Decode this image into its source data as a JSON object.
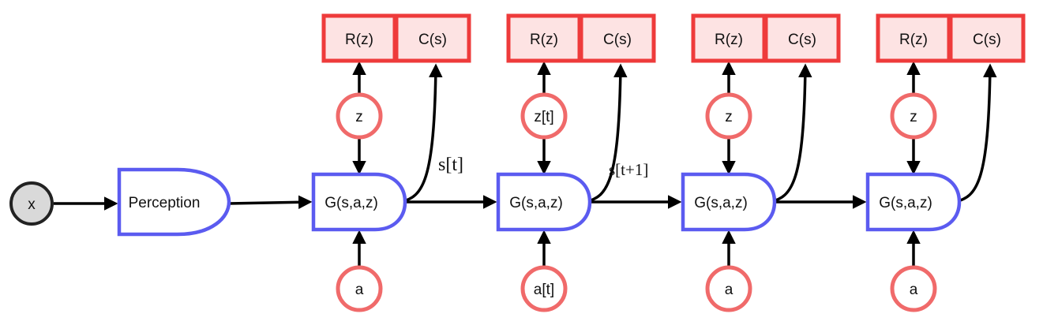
{
  "input_node": {
    "label": "x"
  },
  "perception": {
    "label": "Perception"
  },
  "stages": [
    {
      "gate": "G(s,a,z)",
      "reward": "R(z)",
      "cost": "C(s)",
      "latent": "z",
      "action": "a",
      "state_label": "s[t]"
    },
    {
      "gate": "G(s,a,z)",
      "reward": "R(z)",
      "cost": "C(s)",
      "latent": "z[t]",
      "action": "a[t]",
      "state_label": "s[t+1]"
    },
    {
      "gate": "G(s,a,z)",
      "reward": "R(z)",
      "cost": "C(s)",
      "latent": "z",
      "action": "a",
      "state_label": ""
    },
    {
      "gate": "G(s,a,z)",
      "reward": "R(z)",
      "cost": "C(s)",
      "latent": "z",
      "action": "a",
      "state_label": ""
    }
  ],
  "colors": {
    "module_stroke": "#5b5bf0",
    "cost_box_fill": "#fde3e3",
    "cost_box_stroke": "#ee3b3b",
    "variable_circle_stroke": "#f06a6a",
    "input_circle_fill": "#d9d9d9"
  }
}
